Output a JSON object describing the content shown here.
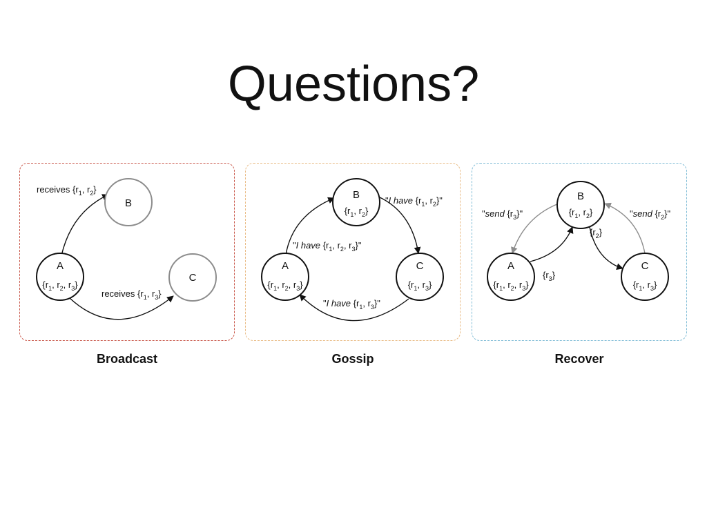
{
  "title": "Questions?",
  "colors": {
    "broadcast_border": "#c9584b",
    "gossip_border": "#e9bb85",
    "recover_border": "#7fbcd6",
    "inactive_node": "#8c8c8c",
    "active_node": "#111111"
  },
  "panels": [
    {
      "caption": "Broadcast",
      "nodes": {
        "A": {
          "name": "A",
          "set_open": "{r",
          "s1": "1",
          "c1": ", r",
          "s2": "2",
          "c2": ", r",
          "s3": "3",
          "set_close": "}"
        },
        "B": {
          "name": "B"
        },
        "C": {
          "name": "C"
        }
      },
      "edges": {
        "ab": {
          "text": "receives {r",
          "s1": "1",
          "c1": ", r",
          "s2": "2",
          "end": "}"
        },
        "ac": {
          "text": "receives {r",
          "s1": "1",
          "c1": ", r",
          "s2": "3",
          "end": "}"
        }
      }
    },
    {
      "caption": "Gossip",
      "nodes": {
        "A": {
          "name": "A",
          "set_open": "{r",
          "s1": "1",
          "c1": ", r",
          "s2": "2",
          "c2": ", r",
          "s3": "3",
          "set_close": "}"
        },
        "B": {
          "name": "B",
          "set_open": "{r",
          "s1": "1",
          "c1": ", r",
          "s2": "2",
          "set_close": "}"
        },
        "C": {
          "name": "C",
          "set_open": "{r",
          "s1": "1",
          "c1": ", r",
          "s2": "3",
          "set_close": "}"
        }
      },
      "edges": {
        "ab": {
          "q": "\"",
          "em": "I have",
          "text": " {r",
          "s1": "1",
          "c1": ", r",
          "s2": "2",
          "c2": ", r",
          "s3": "3",
          "end": "}\""
        },
        "bc": {
          "q": "\"",
          "em": "I have",
          "text": " {r",
          "s1": "1",
          "c1": ", r",
          "s2": "2",
          "end": "}\""
        },
        "ca": {
          "q": "\"",
          "em": "I have",
          "text": " {r",
          "s1": "1",
          "c1": ", r",
          "s2": "3",
          "end": "}\""
        }
      }
    },
    {
      "caption": "Recover",
      "nodes": {
        "A": {
          "name": "A",
          "set_open": "{r",
          "s1": "1",
          "c1": ", r",
          "s2": "2",
          "c2": ", r",
          "s3": "3",
          "set_close": "}"
        },
        "B": {
          "name": "B",
          "set_open": "{r",
          "s1": "1",
          "c1": ", r",
          "s2": "2",
          "set_close": "}"
        },
        "C": {
          "name": "C",
          "set_open": "{r",
          "s1": "1",
          "c1": ", r",
          "s2": "3",
          "set_close": "}"
        }
      },
      "edges": {
        "ba": {
          "q": "\"",
          "em": "send",
          "text": " {r",
          "s1": "3",
          "end": "}\""
        },
        "cb": {
          "q": "\"",
          "em": "send",
          "text": " {r",
          "s1": "2",
          "end": "}\""
        },
        "ab": {
          "text": "{r",
          "s1": "3",
          "end": "}"
        },
        "bc": {
          "text": "{r",
          "s1": "2",
          "end": "}"
        }
      }
    }
  ]
}
